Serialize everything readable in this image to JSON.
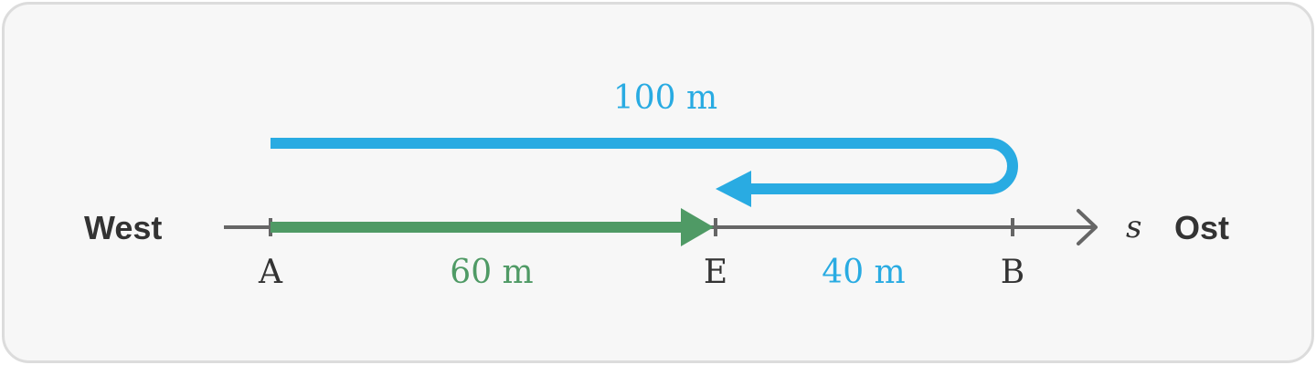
{
  "direction_labels": {
    "west": "West",
    "east": "Ost"
  },
  "axis_variable": "s",
  "points": {
    "start": "A",
    "end": "E",
    "turn": "B"
  },
  "distances": {
    "total_path": "100 m",
    "displacement": "60 m",
    "return_leg": "40 m"
  },
  "colors": {
    "path_blue": "#29abe2",
    "displacement_green": "#4f9a65",
    "axis_gray": "#666666",
    "text_dark": "#333333"
  }
}
